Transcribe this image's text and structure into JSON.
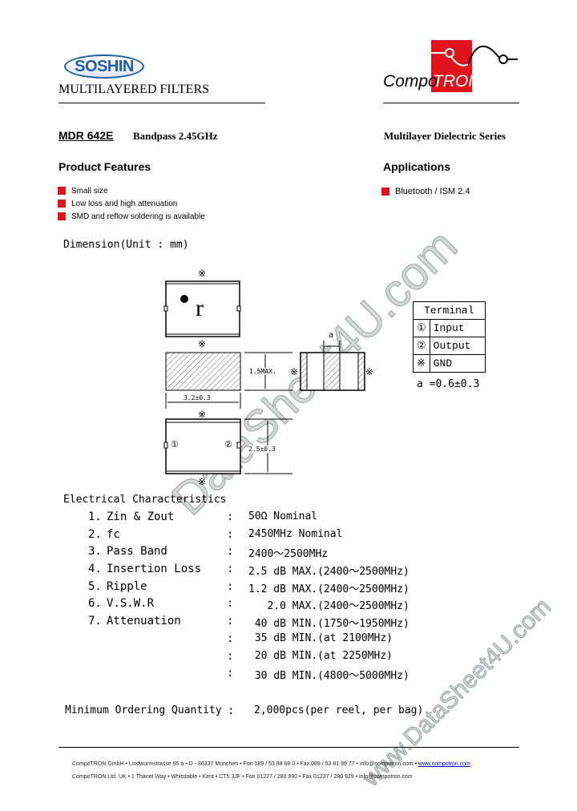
{
  "header": {
    "logo_left": "SOSHIN",
    "subtitle": "MULTILAYERED FILTERS",
    "logo_right_part1": "Compo",
    "logo_right_part2": "TRON"
  },
  "title": {
    "model": "MDR 642E",
    "description": "Bandpass 2.45GHz",
    "series": "Multilayer Dielectric Series"
  },
  "features": {
    "heading": "Product Features",
    "items": [
      "Small size",
      "Low loss and high attenuation",
      "SMD and reflow soldering is available"
    ]
  },
  "applications": {
    "heading": "Applications",
    "items": [
      "Bluetooth / ISM 2.4"
    ]
  },
  "dimension": {
    "heading": "Dimension(Unit : mm)",
    "gnd_mark": "※",
    "marking": "r",
    "height_label": "1.5MAX.",
    "length_label": "3.2±0.3",
    "width_label": "2.5±0.3",
    "pin1": "①",
    "pin2": "②",
    "a_label": "a",
    "terminal_table": {
      "header": "Terminal",
      "rows": [
        {
          "sym": "①",
          "name": "Input"
        },
        {
          "sym": "②",
          "name": "Output"
        },
        {
          "sym": "※",
          "name": "GND"
        }
      ]
    },
    "a_value": "a =0.6±0.3"
  },
  "electrical": {
    "heading": "Electrical Characteristics",
    "rows": [
      {
        "num": "1.",
        "label": "Zin & Zout",
        "value": "50Ω Nominal"
      },
      {
        "num": "2.",
        "label": "fc",
        "value": "2450MHz Nominal"
      },
      {
        "num": "3.",
        "label": "Pass Band",
        "value": "2400～2500MHz"
      },
      {
        "num": "4.",
        "label": "Insertion Loss",
        "value": "2.5 dB MAX.(2400～2500MHz)"
      },
      {
        "num": "5.",
        "label": "Ripple",
        "value": "1.2 dB MAX.(2400～2500MHz)"
      },
      {
        "num": "6.",
        "label": "V.S.W.R",
        "value": "   2.0 MAX.(2400～2500MHz)"
      },
      {
        "num": "7.",
        "label": "Attenuation",
        "value": " 40 dB MIN.(1750～1950MHz)"
      },
      {
        "num": "",
        "label": "",
        "value": " 35 dB MIN.(at 2100MHz)"
      },
      {
        "num": "",
        "label": "",
        "value": " 20 dB MIN.(at 2250MHz)"
      },
      {
        "num": "",
        "label": "",
        "value": " 30 dB MIN.(4800～5000MHz)"
      }
    ],
    "colon": ":"
  },
  "moq": {
    "label": "Minimum Ordering Quantity",
    "colon": ":",
    "value": "2,000pcs(per reel, per bag)"
  },
  "footer": {
    "line1": "CompoTRON GmbH • Lindwurmstrasse 95 a • D - 80337 München • Fon 089 / 53 88 68 0 • Fax 089 / 53 81 89 77 • info@compotron.com • ",
    "line1_link": "www.compotron.com",
    "line2": "CompoTRON Ltd. UK • 1 Thanet Way • Whitstable • Kent • CT5 3JF • Fon 01227 / 280 990 • Fax 01227 / 280 929 • info@compotron.com"
  },
  "watermark": {
    "center": "DataSheet4U.com",
    "corner": "www.DataSheet4U.com"
  },
  "colors": {
    "accent": "#e0141c",
    "soshin_blue": "#1e5fb0"
  }
}
